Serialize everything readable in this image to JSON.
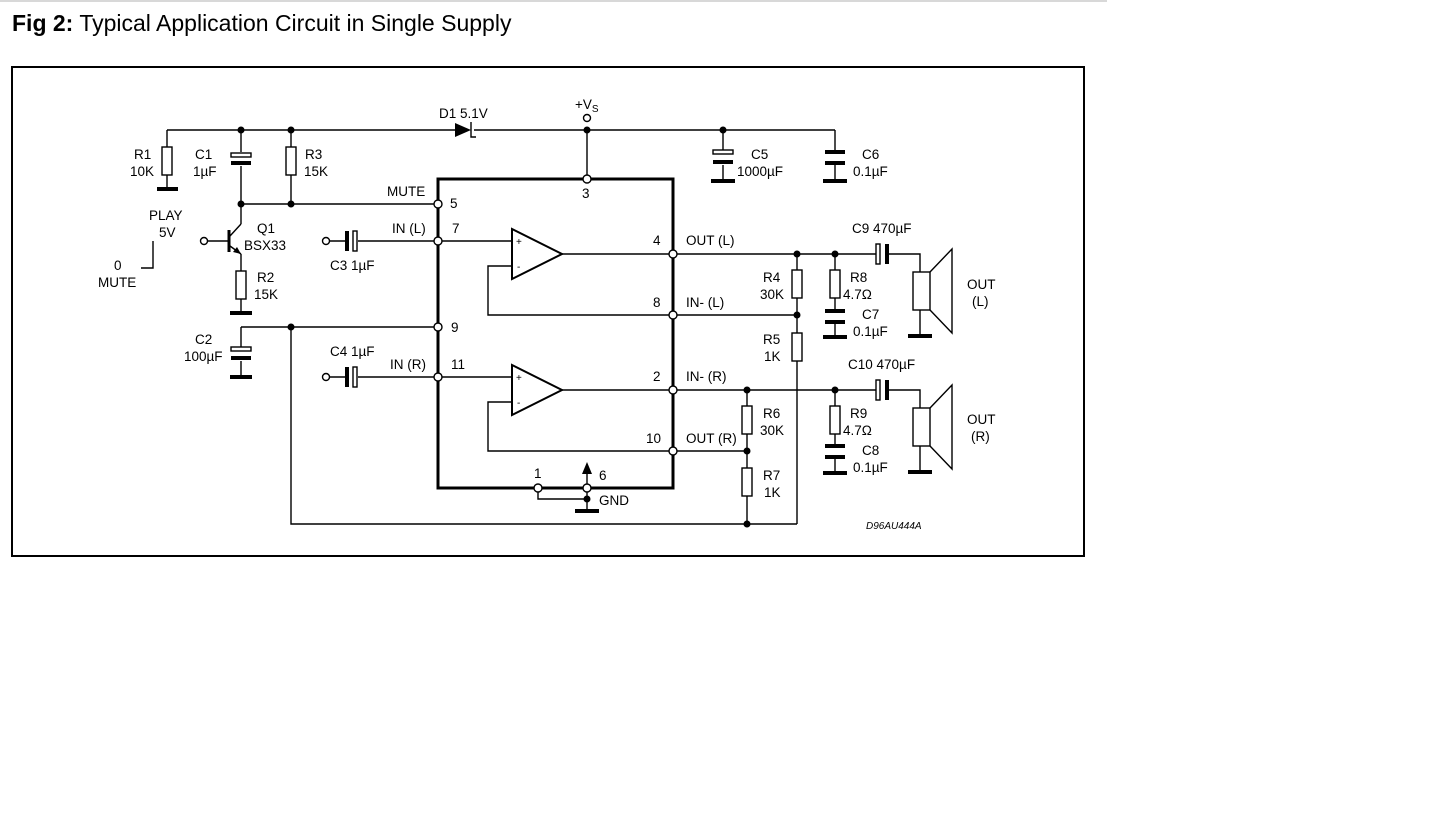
{
  "title": {
    "prefix": "Fig 2:",
    "text": "Typical Application Circuit in Single Supply"
  },
  "diagram": {
    "vs": "+V",
    "vs_sub": "S",
    "doc_code": "D96AU444A",
    "components": {
      "d1": "D1 5.1V",
      "r1": "R1",
      "r1_val": "10K",
      "c1": "C1",
      "c1_val": "1µF",
      "r3": "R3",
      "r3_val": "15K",
      "c5": "C5",
      "c5_val": "1000µF",
      "c6": "C6",
      "c6_val": "0.1µF",
      "q1": "Q1",
      "q1_val": "BSX33",
      "r2": "R2",
      "r2_val": "15K",
      "c2": "C2",
      "c2_val": "100µF",
      "c3": "C3 1µF",
      "c4": "C4 1µF",
      "c9": "C9 470µF",
      "c10": "C10 470µF",
      "r4": "R4",
      "r4_val": "30K",
      "r5": "R5",
      "r5_val": "1K",
      "r6": "R6",
      "r6_val": "30K",
      "r7": "R7",
      "r7_val": "1K",
      "r8": "R8",
      "r8_val": "4.7Ω",
      "r9": "R9",
      "r9_val": "4.7Ω",
      "c7": "C7",
      "c7_val": "0.1µF",
      "c8": "C8",
      "c8_val": "0.1µF"
    },
    "labels": {
      "play": "PLAY",
      "play_v": "5V",
      "mute_0": "0",
      "mute": "MUTE",
      "mute_pin": "MUTE",
      "in_l": "IN (L)",
      "in_r": "IN (R)",
      "out_l": "OUT (L)",
      "out_r": "OUT (R)",
      "inm_l": "IN- (L)",
      "inm_r": "IN- (R)",
      "gnd": "GND",
      "spk_l_1": "OUT",
      "spk_l_2": "(L)",
      "spk_r_1": "OUT",
      "spk_r_2": "(R)",
      "plus": "+",
      "minus": "-"
    },
    "pins": {
      "p1": "1",
      "p2": "2",
      "p3": "3",
      "p4": "4",
      "p5": "5",
      "p6": "6",
      "p7": "7",
      "p8": "8",
      "p9": "9",
      "p10": "10",
      "p11": "11"
    }
  }
}
